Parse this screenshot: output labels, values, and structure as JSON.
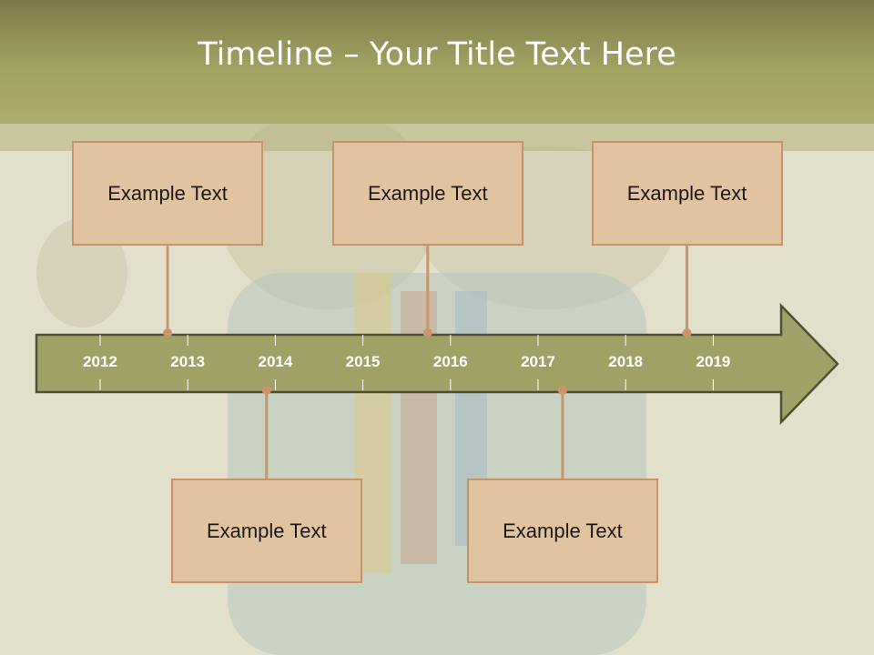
{
  "title": "Timeline – Your Title Text Here",
  "colors": {
    "header": "#a2a263",
    "arrow": "#9fa167",
    "arrow_border": "#4e5130",
    "box_fill": "#e2c3a0",
    "box_border": "#c7946a",
    "connector": "#c8966b"
  },
  "timeline": {
    "years": [
      "2012",
      "2013",
      "2014",
      "2015",
      "2016",
      "2017",
      "2018",
      "2019"
    ]
  },
  "events": [
    {
      "label": "Example Text",
      "position": "above",
      "year_value": 2012.77
    },
    {
      "label": "Example Text",
      "position": "above",
      "year_value": 2015.74
    },
    {
      "label": "Example Text",
      "position": "above",
      "year_value": 2018.7
    },
    {
      "label": "Example Text",
      "position": "below",
      "year_value": 2013.9
    },
    {
      "label": "Example Text",
      "position": "below",
      "year_value": 2017.28
    }
  ]
}
